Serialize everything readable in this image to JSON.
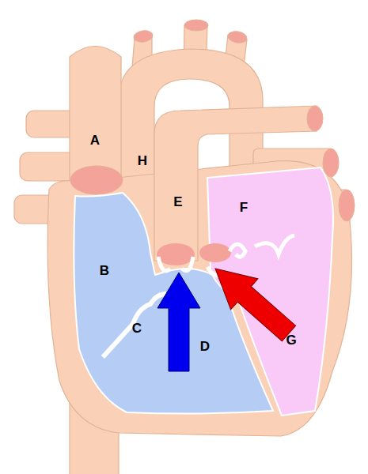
{
  "diagram": {
    "labels": [
      "A",
      "H",
      "E",
      "F",
      "B",
      "C",
      "D",
      "G"
    ]
  }
}
